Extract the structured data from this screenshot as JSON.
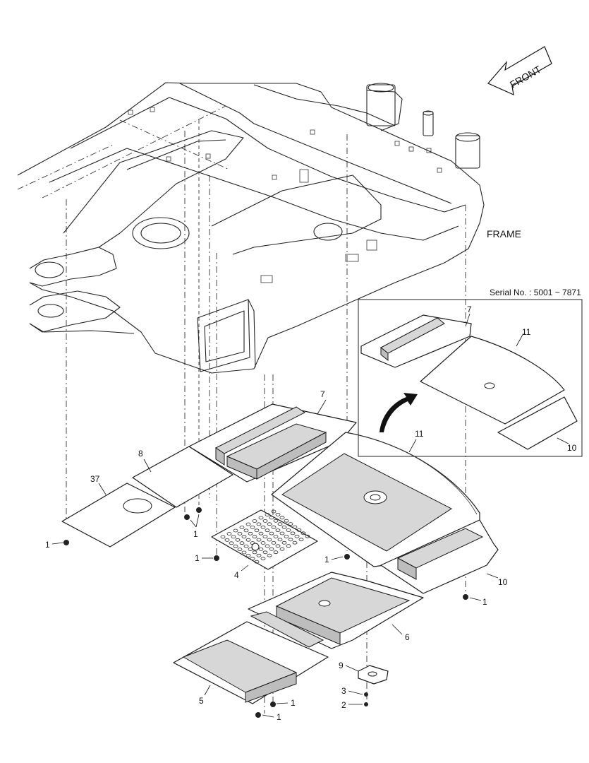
{
  "front_label": "FRONT",
  "frame_label": "FRAME",
  "serial_label": "Serial No. : 5001 ~ 7871",
  "callouts": {
    "c7_main": "7",
    "c8": "8",
    "c37": "37",
    "c11_main": "11",
    "c1_left": "1",
    "c1_mid": "1",
    "c1_hole": "1",
    "c4": "4",
    "c1_center": "1",
    "c10_main": "10",
    "c1_right": "1",
    "c6": "6",
    "c9": "9",
    "c3": "3",
    "c2": "2",
    "c5": "5",
    "c1_bottom_a": "1",
    "c1_bottom_b": "1",
    "c7_inset": "7",
    "c11_inset": "11",
    "c10_inset": "10"
  }
}
